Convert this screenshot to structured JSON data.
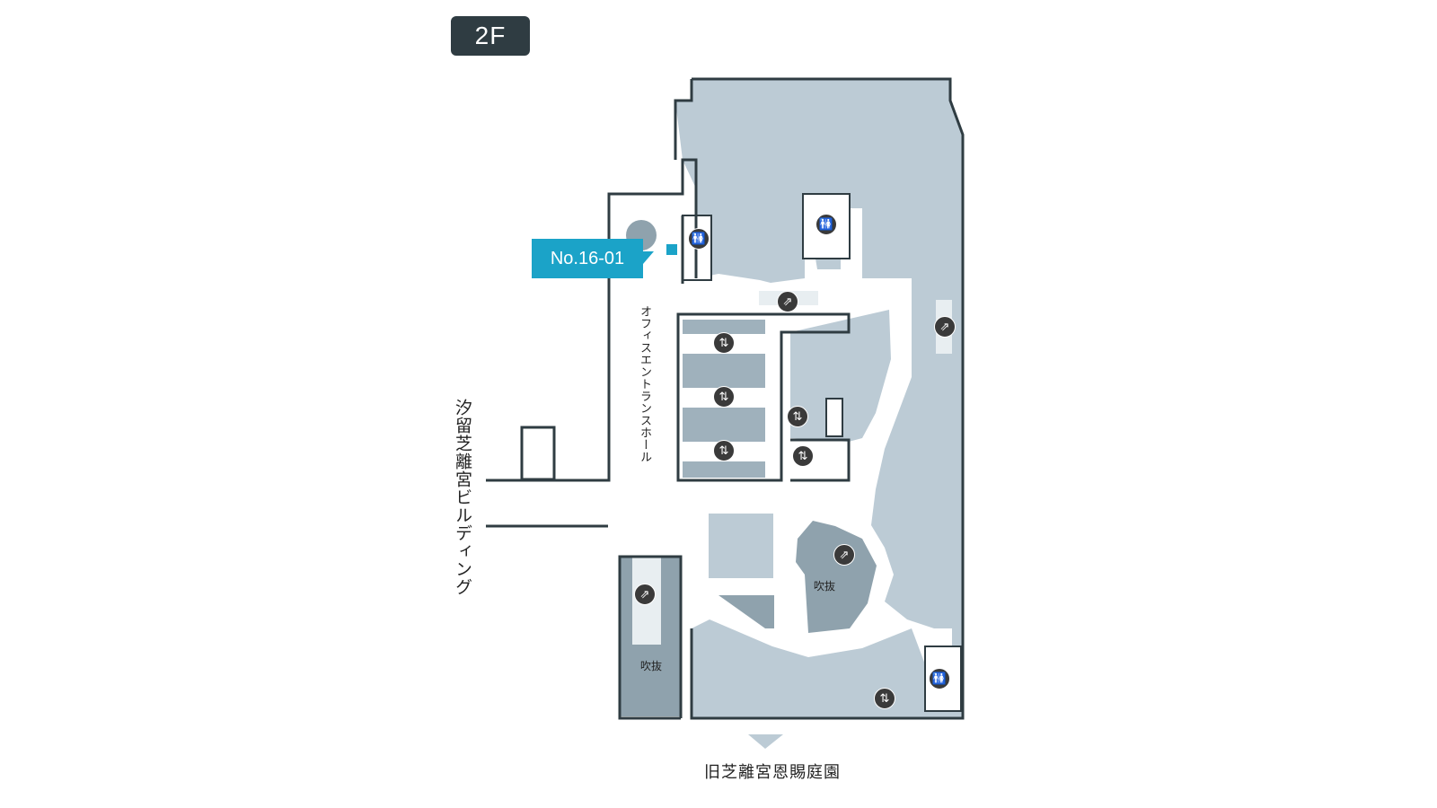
{
  "floor": {
    "label": "2F"
  },
  "labels": {
    "office_entrance_hall": "オフィスエントランスホール",
    "adjacent_building": "汐留芝離宮ビルディング",
    "exit_south": "旧芝離宮恩賜庭園",
    "atrium": "吹抜"
  },
  "marker": {
    "label": "No.16-01"
  },
  "icons": {
    "restroom": "restroom-icon",
    "elevator": "elevator-icon",
    "escalator": "escalator-icon"
  },
  "colors": {
    "floor": "#bccbd5",
    "atrium": "#8fa2ad",
    "wall": "#2f3c42",
    "marker": "#1ba3c8",
    "badge": "#2f3c42"
  }
}
